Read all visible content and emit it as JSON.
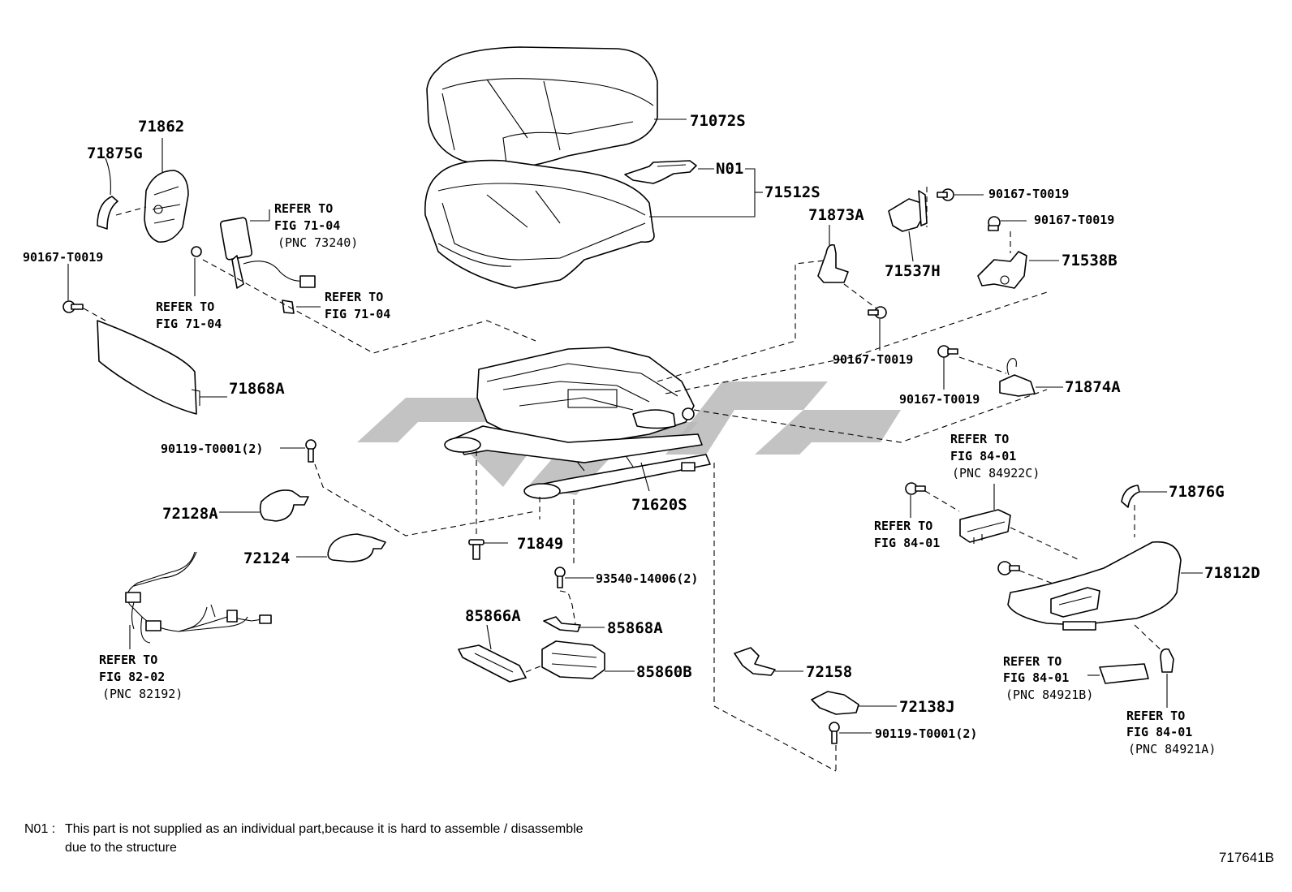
{
  "parts": {
    "p71072S": "71072S",
    "pN01": "N01",
    "p71512S": "71512S",
    "p71862": "71862",
    "p71875G": "71875G",
    "p90167_a": "90167-T0019",
    "p71868A": "71868A",
    "p90119_a": "90119-T0001(2)",
    "p72128A": "72128A",
    "p72124": "72124",
    "p71849": "71849",
    "p93540": "93540-14006(2)",
    "p85866A": "85866A",
    "p85868A": "85868A",
    "p85860B": "85860B",
    "p71620S": "71620S",
    "p71873A": "71873A",
    "p90167_b": "90167-T0019",
    "p71537H": "71537H",
    "p90167_c": "90167-T0019",
    "p71538B": "71538B",
    "p90167_d": "90167-T0019",
    "p90167_e": "90167-T0019",
    "p71874A": "71874A",
    "p71876G": "71876G",
    "p71812D": "71812D",
    "p72158": "72158",
    "p72138J": "72138J",
    "p90119_b": "90119-T0001(2)"
  },
  "refs": {
    "r1": {
      "l1": "REFER TO",
      "l2": "FIG 71-04",
      "l3": "(PNC 73240)"
    },
    "r2": {
      "l1": "REFER TO",
      "l2": "FIG 71-04"
    },
    "r3": {
      "l1": "REFER TO",
      "l2": "FIG 71-04"
    },
    "r4": {
      "l1": "REFER TO",
      "l2": "FIG 82-02",
      "l3": "(PNC 82192)"
    },
    "r5": {
      "l1": "REFER TO",
      "l2": "FIG 84-01",
      "l3": "(PNC 84922C)"
    },
    "r6": {
      "l1": "REFER TO",
      "l2": "FIG 84-01"
    },
    "r7": {
      "l1": "REFER TO",
      "l2": "FIG 84-01",
      "l3": "(PNC 84921B)"
    },
    "r8": {
      "l1": "REFER TO",
      "l2": "FIG 84-01",
      "l3": "(PNC 84921A)"
    }
  },
  "note": {
    "label": "N01 :",
    "line1": "This part is not supplied as an individual part,because it is hard to assemble / disassemble",
    "line2": "due to the structure"
  },
  "figure_code": "717641B"
}
